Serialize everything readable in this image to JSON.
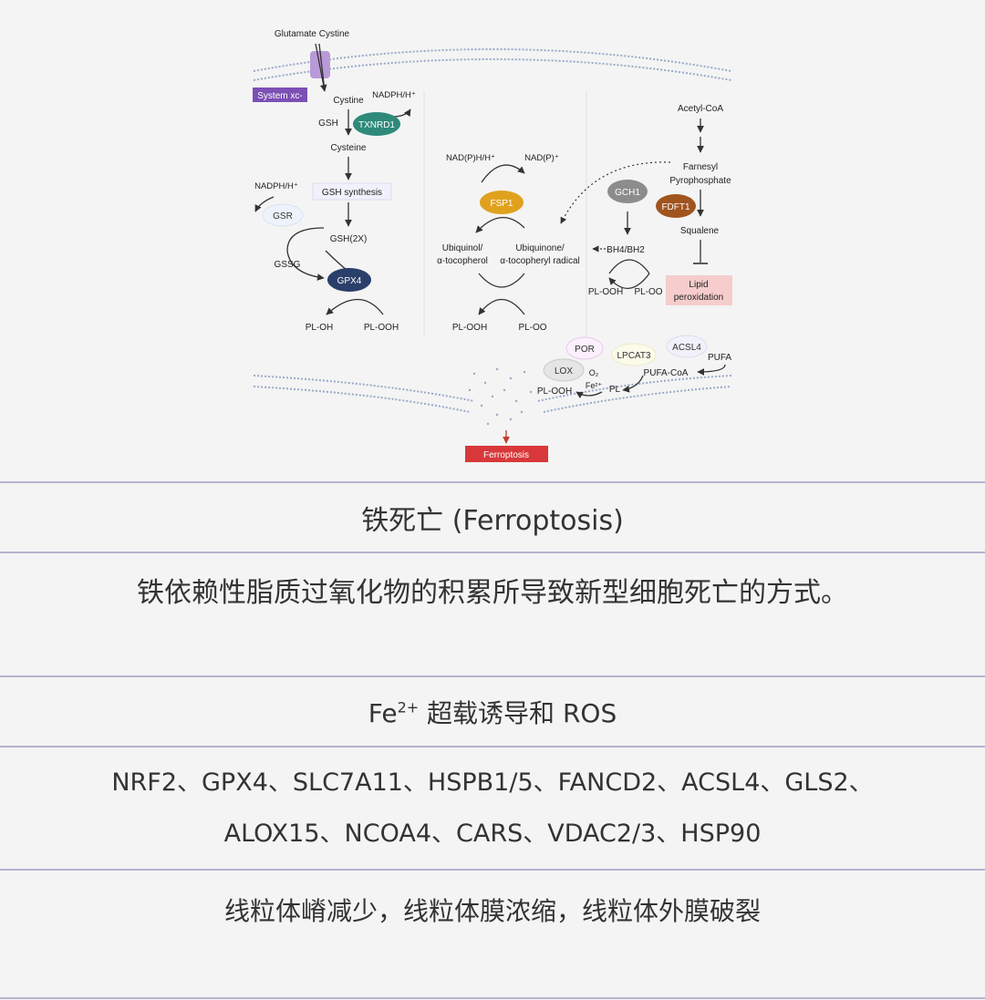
{
  "diagram": {
    "glutamate_cystine": "Glutamate Cystine",
    "system_xc": "System xc-",
    "cystine": "Cystine",
    "nadph_h_1": "NADPH/H⁺",
    "gsh": "GSH",
    "txnrd1": "TXNRD1",
    "cysteine": "Cysteine",
    "nadph_h_2": "NADPH/H⁺",
    "gsh_synthesis": "GSH synthesis",
    "gsr": "GSR",
    "gsh_2x": "GSH(2X)",
    "gssg": "GSSG",
    "gpx4": "GPX4",
    "pl_oh": "PL-OH",
    "pl_ooh_1": "PL-OOH",
    "nadph_h_3": "NAD(P)H/H⁺",
    "nadp": "NAD(P)⁺",
    "fsp1": "FSP1",
    "ubiquinol": "Ubiquinol/",
    "tocopherol": "α-tocopherol",
    "ubiquinone": "Ubiquinone/",
    "tocopheryl_radical": "α-tocopheryl radical",
    "pl_ooh_2": "PL-OOH",
    "pl_oo_1": "PL-OO",
    "acetyl_coa": "Acetyl-CoA",
    "farnesyl": "Farnesyl",
    "pyrophosphate": "Pyrophosphate",
    "gch1": "GCH1",
    "fdft1": "FDFT1",
    "squalene": "Squalene",
    "bh4_bh2": "BH4/BH2",
    "pl_ooh_3": "PL-OOH",
    "pl_oo_2": "PL-OO",
    "lipid": "Lipid",
    "peroxidation": "peroxidation",
    "por": "POR",
    "lpcat3": "LPCAT3",
    "acsl4": "ACSL4",
    "pufa": "PUFA",
    "lox": "LOX",
    "o2": "O₂",
    "pufa_coa": "PUFA-CoA",
    "fe2": "Fe²⁺",
    "pl": "PL",
    "pl_ooh_4": "PL-OOH",
    "ferroptosis": "Ferroptosis"
  },
  "colors": {
    "system_xc": "#7c4fb5",
    "txnrd1": "#2e8a7a",
    "gpx4": "#2b3f6b",
    "fsp1": "#e0a21d",
    "gch1": "#8c8c8c",
    "fdft1": "#a0541e",
    "ferroptosis": "#d9383a",
    "lipid_peroxidation": "#f6cccc",
    "rule": "#b7b3cf"
  },
  "table": {
    "name": "铁死亡 (Ferroptosis)",
    "definition": "铁依赖性脂质过氧化物的积累所导致新型细胞死亡的方式。",
    "trigger_pre": "Fe",
    "trigger_sup": "2+",
    "trigger_post": " 超载诱导和 ROS",
    "genes_line1": "NRF2、GPX4、SLC7A11、HSPB1/5、FANCD2、ACSL4、GLS2、",
    "genes_line2": "ALOX15、NCOA4、CARS、VDAC2/3、HSP90",
    "morphology": "线粒体嵴减少，线粒体膜浓缩，线粒体外膜破裂"
  }
}
